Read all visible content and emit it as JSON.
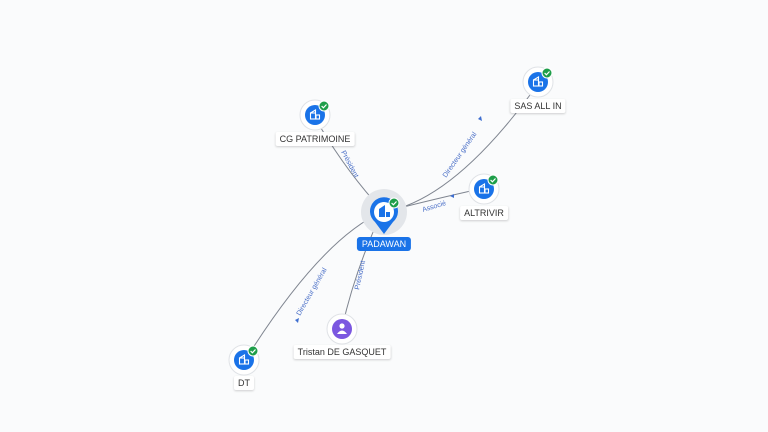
{
  "colors": {
    "company": "#1a73e8",
    "person": "#7b57e0",
    "verified": "#1e9e4a",
    "edge": "#7f8590",
    "edge_label": "#4a6fc7"
  },
  "nodes": {
    "center": {
      "label": "PADAWAN",
      "icon": "building-icon"
    },
    "cg_patrimoine": {
      "label": "CG PATRIMOINE",
      "icon": "building-icon"
    },
    "sas_all_in": {
      "label": "SAS ALL IN",
      "icon": "building-icon"
    },
    "altrivir": {
      "label": "ALTRIVIR",
      "icon": "building-icon"
    },
    "dt": {
      "label": "DT",
      "icon": "building-icon"
    },
    "tristan": {
      "label": "Tristan DE GASQUET",
      "icon": "person-icon"
    }
  },
  "edges": {
    "cg_patrimoine": "Président",
    "sas_all_in": "Directeur général",
    "altrivir": "Associé",
    "dt": "Directeur général",
    "tristan": "Président"
  }
}
